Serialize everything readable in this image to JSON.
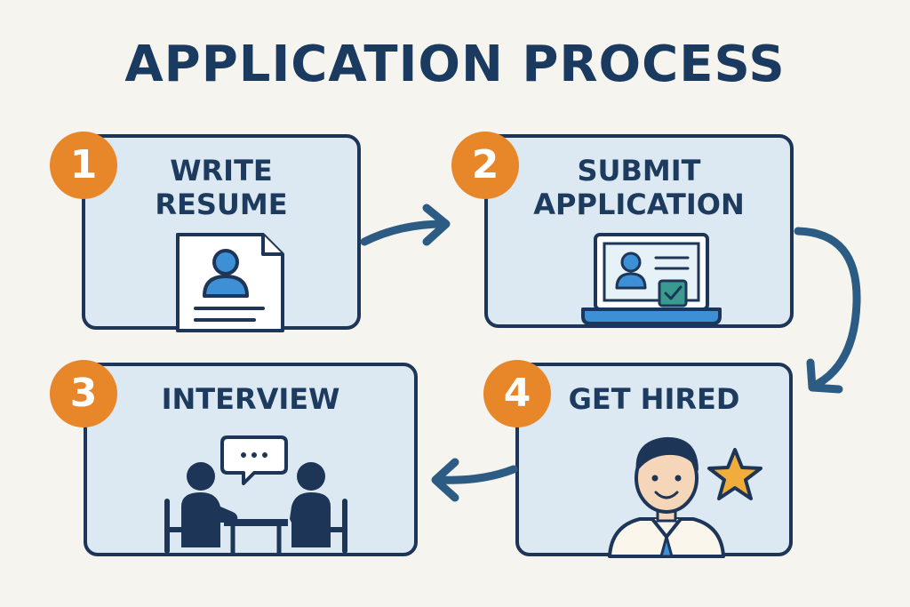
{
  "title": "APPLICATION PROCESS",
  "steps": [
    {
      "number": "1",
      "label": "WRITE\nRESUME",
      "icon": "resume-document-icon"
    },
    {
      "number": "2",
      "label": "SUBMIT\nAPPLICATION",
      "icon": "laptop-application-icon"
    },
    {
      "number": "3",
      "label": "INTERVIEW",
      "icon": "interview-people-icon"
    },
    {
      "number": "4",
      "label": "GET HIRED",
      "icon": "hired-person-star-icon"
    }
  ],
  "colors": {
    "background": "#f6f4ef",
    "card_fill": "#dce9f3",
    "card_border": "#1d3557",
    "badge": "#e8862a",
    "arrow": "#2c5b84",
    "title": "#1b3a60",
    "star": "#f0ad3c",
    "check": "#3a9a8f"
  }
}
